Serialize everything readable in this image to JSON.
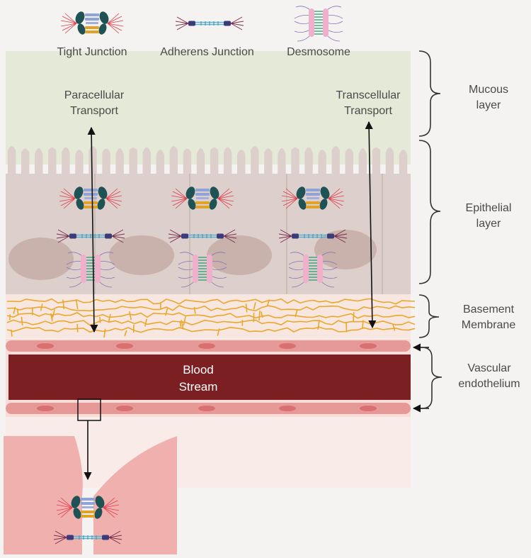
{
  "legend": {
    "tight_junction": "Tight Junction",
    "adherens_junction": "Adherens Junction",
    "desmosome": "Desmosome"
  },
  "transport": {
    "paracellular": [
      "Paracellular",
      "Transport"
    ],
    "transcellular": [
      "Transcellular",
      "Transport"
    ]
  },
  "layers": {
    "mucous": [
      "Mucous",
      "layer"
    ],
    "epithelial": [
      "Epithelial",
      "layer"
    ],
    "basement": [
      "Basement",
      "Membrane"
    ],
    "vascular": [
      "Vascular",
      "endothelium"
    ]
  },
  "blood_stream": [
    "Blood",
    "Stream"
  ],
  "colors": {
    "mucous": "#e4ead7",
    "epithelium": "#ddd0cc",
    "nucleus": "#c9b2ab",
    "basement_fiber": "#e9a82c",
    "endothelium": "#e59a98",
    "blood": "#7b1f22",
    "zoom_cell": "#f0b1ae"
  }
}
